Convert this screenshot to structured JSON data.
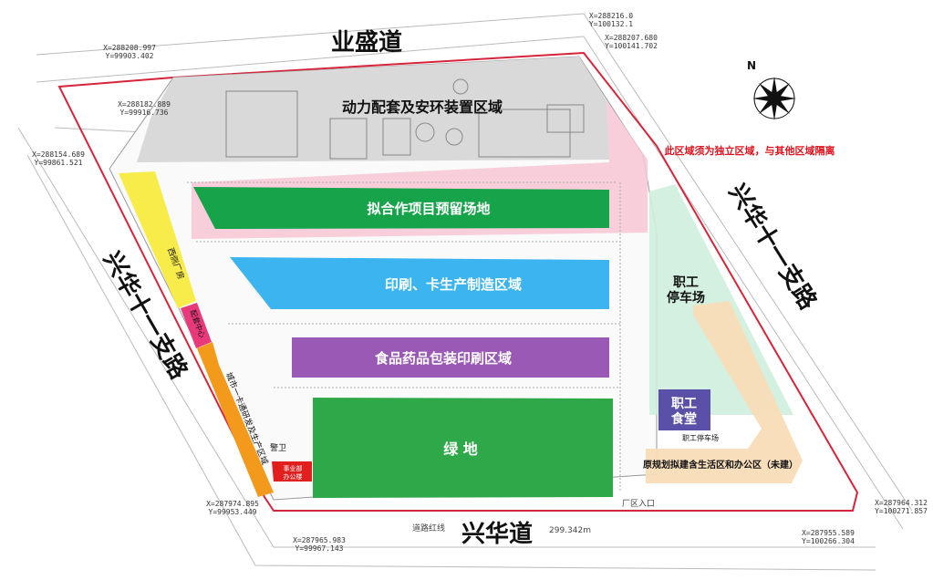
{
  "colors": {
    "power_zone": "#d9d9d9",
    "reserved_zone": "#16a34a",
    "printing_zone": "#3bb4f0",
    "food_zone": "#9b59b6",
    "green_zone": "#2fa84a",
    "pink_band": "#f6c6d4",
    "yellow_strip": "#f8ec4a",
    "magenta_strip": "#e8397a",
    "orange_strip": "#f39a1c",
    "red_block": "#e21f1f",
    "canteen": "#5b50a8",
    "office_zone": "#f9dcb8",
    "parking": "#cfeedd",
    "boundary_red": "#d6253a",
    "isolation_note": "#e0141e"
  },
  "roads": {
    "north": "业盛道",
    "south": "兴华道",
    "west": "兴华十一支路",
    "east": "兴华十一支路"
  },
  "zones": {
    "power": "动力配套及安环装置区域",
    "reserved": "拟合作项目预留场地",
    "printing": "印刷、卡生产制造区域",
    "food": "食品药品包装印刷区域",
    "green": "绿  地",
    "staff_parking": "职工\n停车场",
    "canteen": "职工\n食堂",
    "office_note": "原规划拟建含生活区和办公区（未建）",
    "canteen_parking": "职工停车场",
    "yellow_strip": "西侧厂房",
    "magenta_strip": "配套中心",
    "orange_strip": "城市一卡通研发及生产区域",
    "red_block": "事业部\n办公楼",
    "guard": "警卫"
  },
  "notes": {
    "isolation": "此区域须为独立区域，与其他区域隔离",
    "gate": "厂区入口",
    "road_line": "道路红线"
  },
  "coords": [
    {
      "text": "X=288208.997",
      "sub": "Y=99903.402"
    },
    {
      "text": "X=288182.889",
      "sub": "Y=99916.736"
    },
    {
      "text": "X=288154.689",
      "sub": "Y=99861.521"
    },
    {
      "text": "X=288216.0",
      "sub": "Y=100132.1"
    },
    {
      "text": "X=288207.680",
      "sub": "Y=100141.702"
    },
    {
      "text": "X=287974.895",
      "sub": "Y=99953.449"
    },
    {
      "text": "X=287965.983",
      "sub": "Y=99967.143"
    },
    {
      "text": "X=287964.312",
      "sub": "Y=100271.857"
    },
    {
      "text": "X=287955.589",
      "sub": "Y=100266.304"
    }
  ],
  "dimension": "299.342m",
  "compass": "N"
}
